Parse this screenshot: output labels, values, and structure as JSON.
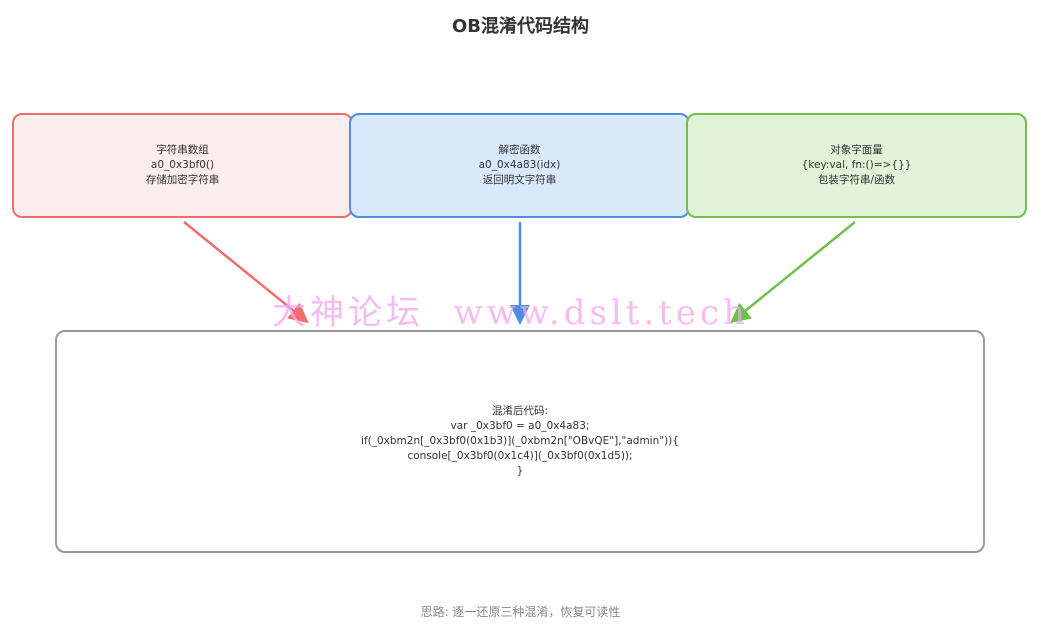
{
  "title": "OB混淆代码结构",
  "boxes": [
    {
      "lines": [
        "字符串数组",
        "a0_0x3bf0()",
        "存储加密字符串"
      ],
      "color": "#ee6e6e"
    },
    {
      "lines": [
        "解密函数",
        "a0_0x4a83(idx)",
        "返回明文字符串"
      ],
      "color": "#4f8edc"
    },
    {
      "lines": [
        "对象字面量",
        "{key:val, fn:()=>{}}",
        "包装字符串/函数"
      ],
      "color": "#6cc24a"
    }
  ],
  "result": {
    "lines": [
      "混淆后代码:",
      "var _0x3bf0 = a0_0x4a83;",
      "if(_0xbm2n[_0x3bf0(0x1b3)](_0xbm2n[\"OBvQE\"],\"admin\")){",
      "console[_0x3bf0(0x1c4)](_0x3bf0(0x1d5));",
      "}"
    ]
  },
  "watermark": "大神论坛  www.dslt.tech",
  "footer": "思路: 逐一还原三种混淆，恢复可读性"
}
